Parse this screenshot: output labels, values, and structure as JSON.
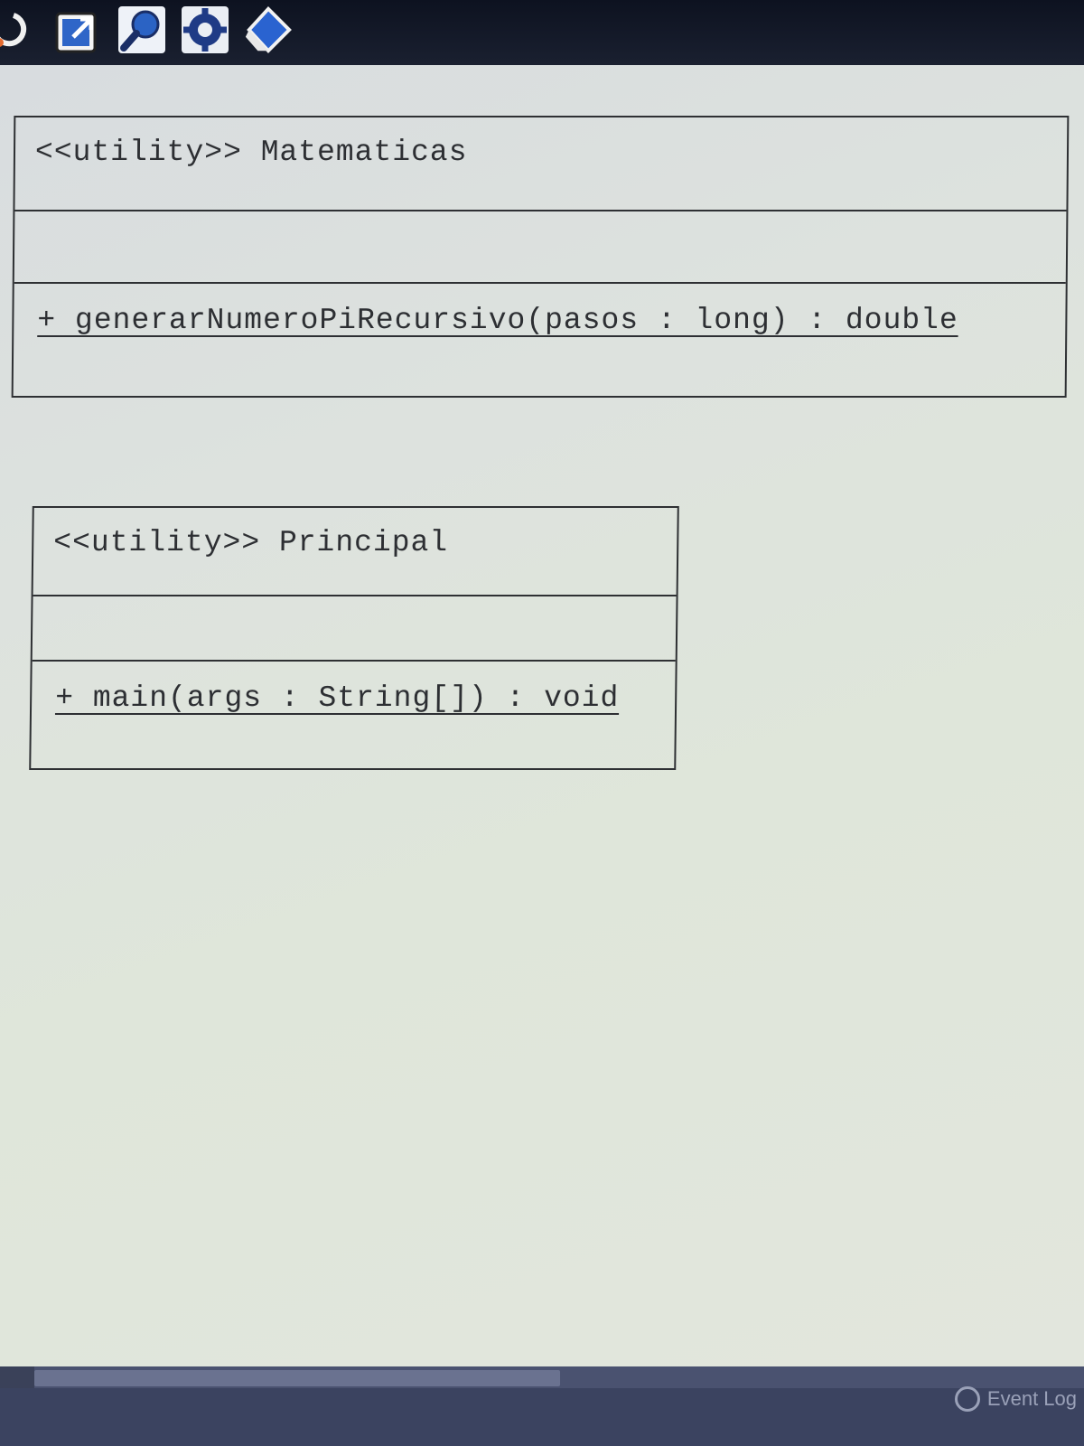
{
  "toolbar": {
    "icons": [
      "refresh-icon",
      "export-icon",
      "search-icon",
      "settings-icon",
      "eraser-icon"
    ]
  },
  "diagram": {
    "classes": [
      {
        "header": "<<utility>> Matematicas",
        "attributes": "",
        "operations": [
          "+ generarNumeroPiRecursivo(pasos : long) : double"
        ]
      },
      {
        "header": "<<utility>> Principal",
        "attributes": "",
        "operations": [
          "+ main(args : String[]) : void"
        ]
      }
    ]
  },
  "status": {
    "event_log": "Event Log"
  }
}
